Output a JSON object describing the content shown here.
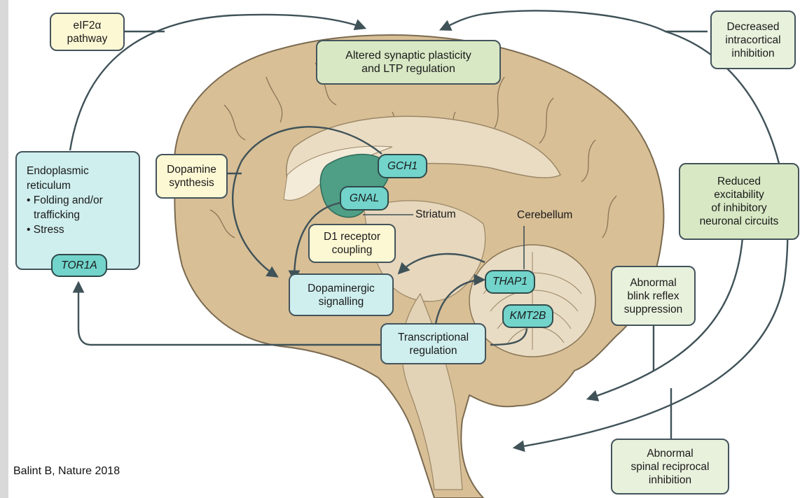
{
  "diagram": {
    "boxes": {
      "eif2a": [
        "eIF2α",
        "pathway"
      ],
      "plasticity": [
        "Altered synaptic plasticity",
        "and LTP regulation"
      ],
      "intracortical": [
        "Decreased",
        "intracortical",
        "inhibition"
      ],
      "er_title": [
        "Endoplasmic",
        "reticulum"
      ],
      "er_items": [
        "• Folding and/or",
        "  trafficking",
        "• Stress"
      ],
      "dopamine_synthesis": [
        "Dopamine",
        "synthesis"
      ],
      "d1": [
        "D1 receptor",
        "coupling"
      ],
      "dopaminergic": [
        "Dopaminergic",
        "signalling"
      ],
      "transcriptional": [
        "Transcriptional",
        "regulation"
      ],
      "excitability": [
        "Reduced",
        "excitability",
        "of inhibitory",
        "neuronal circuits"
      ],
      "blink": [
        "Abnormal",
        "blink reflex",
        "suppression"
      ],
      "spinal": [
        "Abnormal",
        "spinal reciprocal",
        "inhibition"
      ]
    },
    "genes": {
      "tor1a": "TOR1A",
      "gch1": "GCH1",
      "gnal": "GNAL",
      "thap1": "THAP1",
      "kmt2b": "KMT2B"
    },
    "labels": {
      "striatum": "Striatum",
      "cerebellum": "Cerebellum"
    },
    "colors": {
      "brain": "#d8bf96",
      "brain_outline": "#7a6a50",
      "inner": "#eadcc2",
      "striatum": "#4f9e86",
      "arrow": "#3f5258"
    }
  },
  "credit": "Balint B, Nature 2018"
}
